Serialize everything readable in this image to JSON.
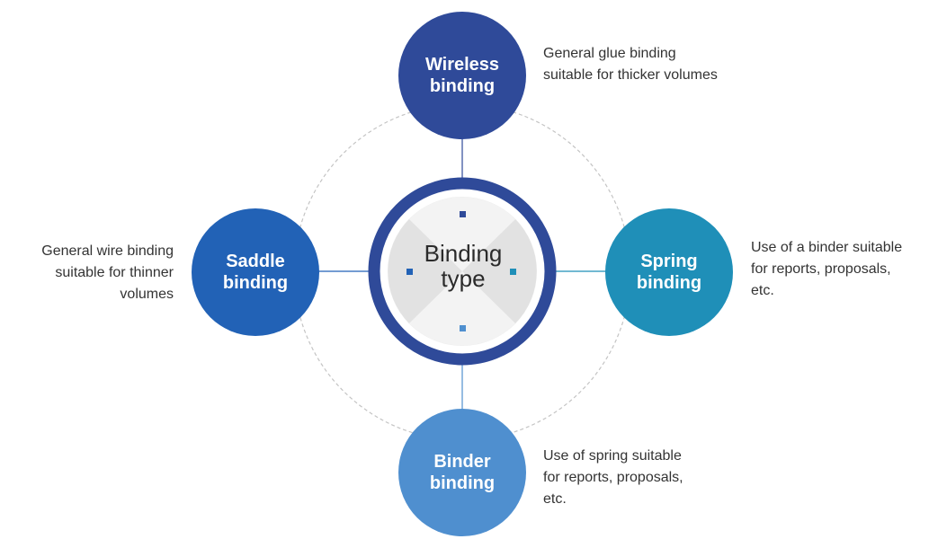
{
  "center": {
    "title": "Binding\ntype"
  },
  "nodes": {
    "top": {
      "label": "Wireless\nbinding",
      "color": "#2f4a99",
      "description": "General glue binding\nsuitable for thicker volumes"
    },
    "left": {
      "label": "Saddle\nbinding",
      "color": "#2262b6",
      "description": "General wire binding\nsuitable for thinner\nvolumes"
    },
    "right": {
      "label": "Spring\nbinding",
      "color": "#1f8fb8",
      "description": "Use of a binder suitable\nfor reports, proposals,\netc."
    },
    "bottom": {
      "label": "Binder\nbinding",
      "color": "#4f8fcf",
      "description": "Use of spring suitable\nfor reports, proposals,\netc."
    }
  },
  "colors": {
    "ring": "#2f4a99",
    "dashed_circle": "#bbbbbb",
    "inner_fill": "#ececec",
    "inner_cross": "#f7f7f7"
  }
}
